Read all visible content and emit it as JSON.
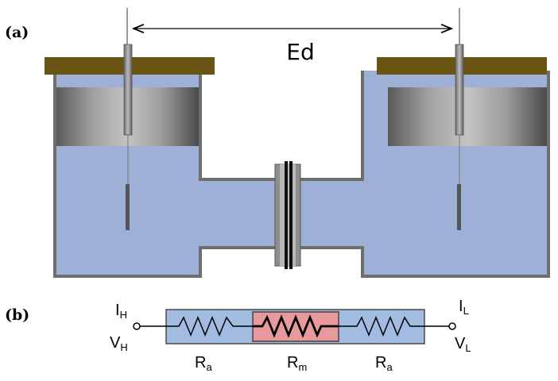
{
  "panels": {
    "a": {
      "label": "(a)"
    },
    "b": {
      "label": "(b)"
    }
  },
  "distance": {
    "label": "Ed"
  },
  "circuit": {
    "left": {
      "current": {
        "main": "I",
        "sub": "H"
      },
      "voltage": {
        "main": "V",
        "sub": "H"
      }
    },
    "right": {
      "current": {
        "main": "I",
        "sub": "L"
      },
      "voltage": {
        "main": "V",
        "sub": "L"
      }
    },
    "resistors": [
      {
        "main": "R",
        "sub": "a"
      },
      {
        "main": "R",
        "sub": "m"
      },
      {
        "main": "R",
        "sub": "a"
      }
    ]
  },
  "colors": {
    "liquid": "#9fb0d6",
    "cap": "#6b5514",
    "membrane_box": "#e8999b",
    "circuit_box": "#a2bbe0"
  }
}
